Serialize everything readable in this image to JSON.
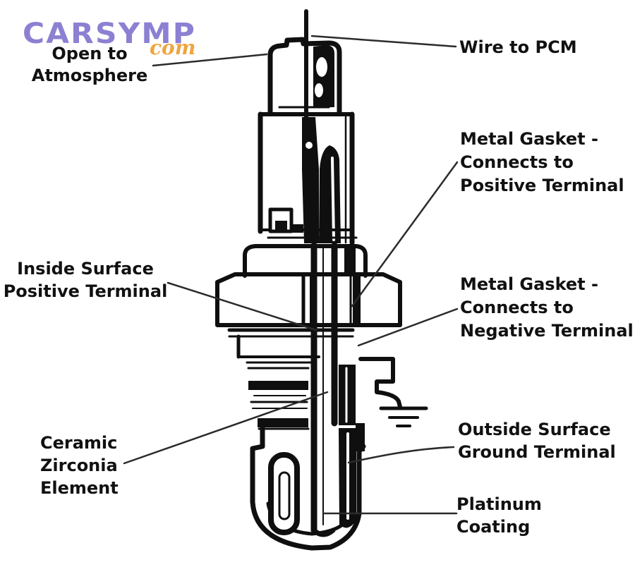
{
  "page": {
    "background_color": "#ffffff",
    "ink_color": "#0f0f0f",
    "leader_line_color": "#2b2b2b",
    "text_color": "#111111"
  },
  "logo": {
    "brand": "CARSYMP",
    "tld": "com",
    "brand_color": "#8b80d2",
    "tld_color": "#f0a43e"
  },
  "icons": {
    "ground_symbol": "electrical-ground"
  },
  "labels": {
    "open_atmosphere": {
      "line1": "Open to",
      "line2": "Atmosphere"
    },
    "wire_pcm": {
      "line1": "Wire to PCM"
    },
    "gasket_positive": {
      "line1": "Metal Gasket -",
      "line2": "Connects to",
      "line3": "Positive Terminal"
    },
    "inside_surface": {
      "line1": "Inside Surface",
      "line2": "Positive Terminal"
    },
    "gasket_negative": {
      "line1": "Metal Gasket -",
      "line2": "Connects to",
      "line3": "Negative Terminal"
    },
    "ceramic": {
      "line1": "Ceramic",
      "line2": "Zirconia",
      "line3": "Element"
    },
    "outside_surface": {
      "line1": "Outside Surface",
      "line2": "Ground Terminal"
    },
    "platinum": {
      "line1": "Platinum",
      "line2": "Coating"
    }
  }
}
